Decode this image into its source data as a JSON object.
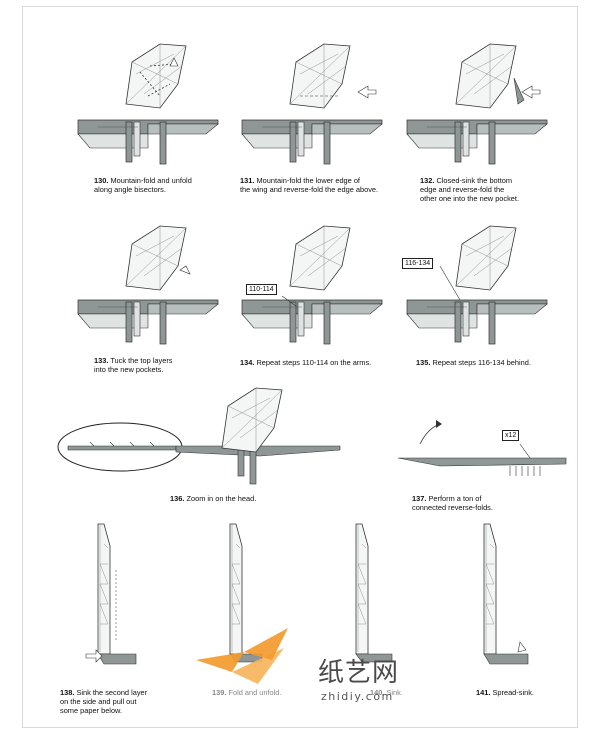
{
  "steps": [
    {
      "num": "130.",
      "text": [
        "Mountain-fold and unfold",
        "along angle bisectors."
      ]
    },
    {
      "num": "131.",
      "text": [
        "Mountain-fold the lower edge of",
        "the wing and reverse-fold the edge above."
      ]
    },
    {
      "num": "132.",
      "text": [
        "Closed-sink the bottom",
        "edge and reverse-fold the",
        "other one into the new pocket."
      ]
    },
    {
      "num": "133.",
      "text": [
        "Tuck the top layers",
        "into the new pockets."
      ]
    },
    {
      "num": "134.",
      "text": [
        "Repeat steps 110-114 on the arms."
      ]
    },
    {
      "num": "135.",
      "text": [
        "Repeat steps 116-134 behind."
      ]
    },
    {
      "num": "136.",
      "text": [
        "Zoom in on the head."
      ]
    },
    {
      "num": "137.",
      "text": [
        "Perform a ton of",
        "connected reverse-folds."
      ]
    },
    {
      "num": "138.",
      "text": [
        "Sink the second layer",
        "on the side and pull out",
        "some paper below."
      ]
    },
    {
      "num": "139.",
      "text": [
        "Fold and unfold."
      ]
    },
    {
      "num": "140.",
      "text": [
        "Sink."
      ]
    },
    {
      "num": "141.",
      "text": [
        "Spread-sink."
      ]
    }
  ],
  "refs": {
    "step134": "110-114",
    "step135": "116-134",
    "step137": "x12"
  },
  "watermark": {
    "cn": "纸艺网",
    "url": "zhidiy.com"
  },
  "colors": {
    "paper_gray": "#8f9796",
    "paper_light": "#dfe4e3",
    "wing_fill": "#f4f6f5",
    "logo_orange": "#f39a2e"
  }
}
